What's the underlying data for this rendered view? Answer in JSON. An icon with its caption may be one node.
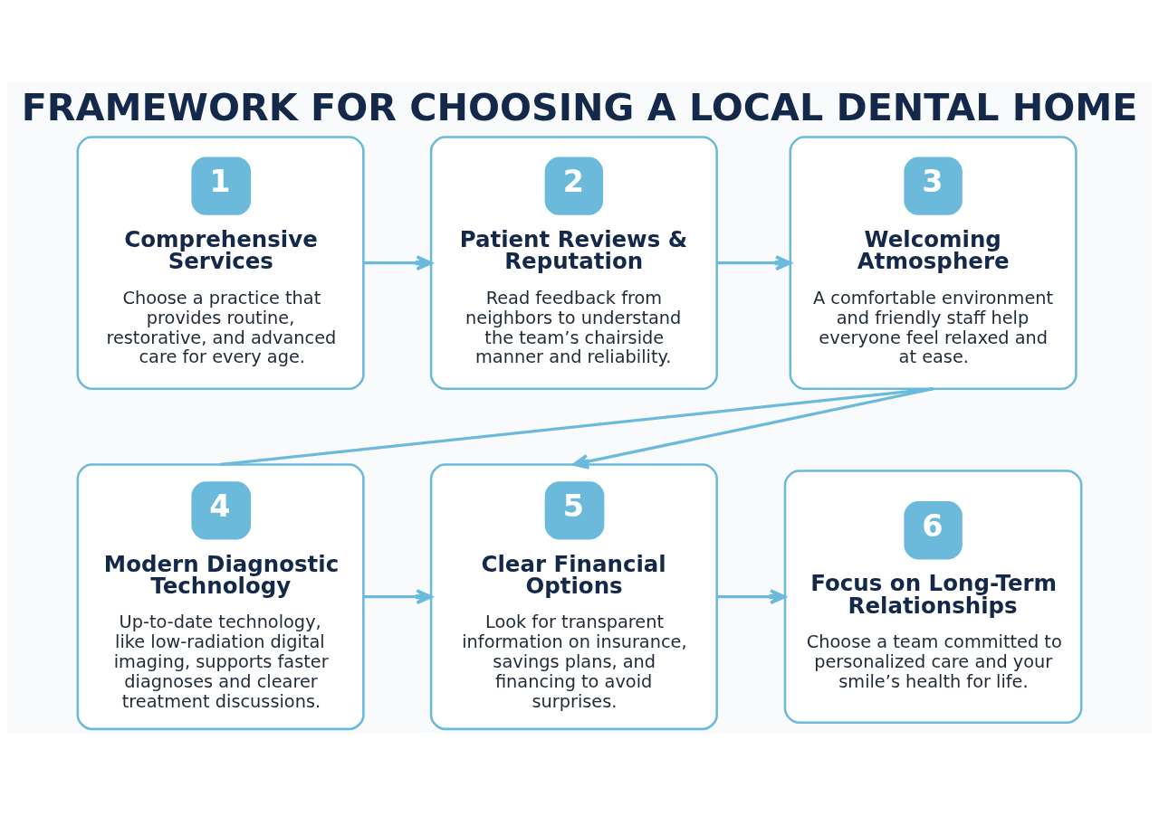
{
  "diagram": {
    "title": "FRAMEWORK FOR CHOOSING A LOCAL DENTAL HOME",
    "nodes": [
      {
        "text": [
          "1",
          "Comprehensive Services",
          "Choose a practice that provides routine, restorative, and advanced care for every age."
        ]
      },
      {
        "text": [
          "2",
          "Patient Reviews & Reputation",
          "Read feedback from neighbors to understand the team’s chairside manner and reliability."
        ]
      },
      {
        "text": [
          "3",
          "Welcoming Atmosphere",
          "A comfortable environment and friendly staff help everyone feel relaxed and at ease."
        ]
      },
      {
        "text": [
          "4",
          "Modern Diagnostic Technology",
          "Up-to-date technology, like low-radiation digital imaging, supports faster diagnoses and clearer treatment discussions."
        ]
      },
      {
        "text": [
          "5",
          "Clear Financial Options",
          "Look for transparent information on insurance, savings plans, and financing to avoid surprises."
        ]
      },
      {
        "text": [
          "6",
          "Focus on Long-Term Relationships",
          "Choose a team committed to personalized care and your smile’s health for life."
        ]
      }
    ],
    "edges": [
      {
        "from": 0,
        "to": 1,
        "arrow": "to"
      },
      {
        "from": 1,
        "to": 2,
        "arrow": "to"
      },
      {
        "from": 2,
        "to": 3,
        "arrow": "none"
      },
      {
        "from": 2,
        "to": 4,
        "arrow": "to"
      },
      {
        "from": 3,
        "to": 4,
        "arrow": "to"
      },
      {
        "from": 4,
        "to": 5,
        "arrow": "to"
      }
    ]
  }
}
